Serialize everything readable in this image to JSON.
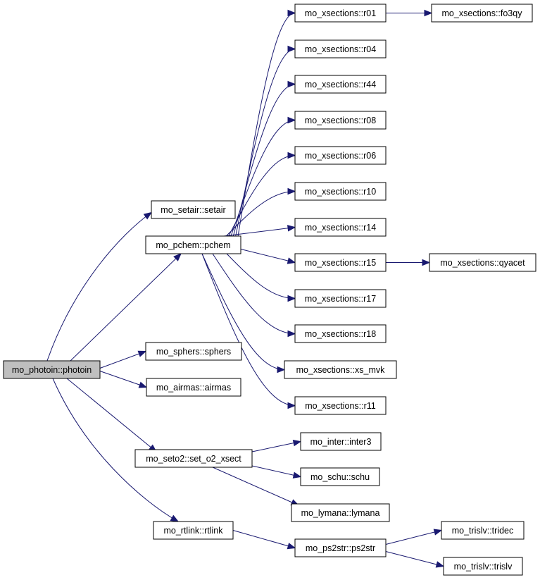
{
  "diagram": {
    "type": "call-graph",
    "nodes": [
      {
        "id": "photoin",
        "label": "mo_photoin::photoin",
        "root": true
      },
      {
        "id": "setair",
        "label": "mo_setair::setair"
      },
      {
        "id": "pchem",
        "label": "mo_pchem::pchem"
      },
      {
        "id": "sphers",
        "label": "mo_sphers::sphers"
      },
      {
        "id": "airmas",
        "label": "mo_airmas::airmas"
      },
      {
        "id": "seto2",
        "label": "mo_seto2::set_o2_xsect"
      },
      {
        "id": "rtlink",
        "label": "mo_rtlink::rtlink"
      },
      {
        "id": "r01",
        "label": "mo_xsections::r01"
      },
      {
        "id": "r04",
        "label": "mo_xsections::r04"
      },
      {
        "id": "r44",
        "label": "mo_xsections::r44"
      },
      {
        "id": "r08",
        "label": "mo_xsections::r08"
      },
      {
        "id": "r06",
        "label": "mo_xsections::r06"
      },
      {
        "id": "r10",
        "label": "mo_xsections::r10"
      },
      {
        "id": "r14",
        "label": "mo_xsections::r14"
      },
      {
        "id": "r15",
        "label": "mo_xsections::r15"
      },
      {
        "id": "r17",
        "label": "mo_xsections::r17"
      },
      {
        "id": "r18",
        "label": "mo_xsections::r18"
      },
      {
        "id": "xsmvk",
        "label": "mo_xsections::xs_mvk"
      },
      {
        "id": "r11",
        "label": "mo_xsections::r11"
      },
      {
        "id": "fo3qy",
        "label": "mo_xsections::fo3qy"
      },
      {
        "id": "qyacet",
        "label": "mo_xsections::qyacet"
      },
      {
        "id": "inter3",
        "label": "mo_inter::inter3"
      },
      {
        "id": "schu",
        "label": "mo_schu::schu"
      },
      {
        "id": "lymana",
        "label": "mo_lymana::lymana"
      },
      {
        "id": "ps2str",
        "label": "mo_ps2str::ps2str"
      },
      {
        "id": "tridec",
        "label": "mo_trislv::tridec"
      },
      {
        "id": "trislv",
        "label": "mo_trislv::trislv"
      }
    ],
    "edges": [
      [
        "photoin",
        "setair"
      ],
      [
        "photoin",
        "pchem"
      ],
      [
        "photoin",
        "sphers"
      ],
      [
        "photoin",
        "airmas"
      ],
      [
        "photoin",
        "seto2"
      ],
      [
        "photoin",
        "rtlink"
      ],
      [
        "pchem",
        "r01"
      ],
      [
        "pchem",
        "r04"
      ],
      [
        "pchem",
        "r44"
      ],
      [
        "pchem",
        "r08"
      ],
      [
        "pchem",
        "r06"
      ],
      [
        "pchem",
        "r10"
      ],
      [
        "pchem",
        "r14"
      ],
      [
        "pchem",
        "r15"
      ],
      [
        "pchem",
        "r17"
      ],
      [
        "pchem",
        "r18"
      ],
      [
        "pchem",
        "xsmvk"
      ],
      [
        "pchem",
        "r11"
      ],
      [
        "r01",
        "fo3qy"
      ],
      [
        "r15",
        "qyacet"
      ],
      [
        "seto2",
        "inter3"
      ],
      [
        "seto2",
        "schu"
      ],
      [
        "seto2",
        "lymana"
      ],
      [
        "rtlink",
        "ps2str"
      ],
      [
        "ps2str",
        "tridec"
      ],
      [
        "ps2str",
        "trislv"
      ]
    ]
  },
  "colors": {
    "edge": "#191970",
    "node_border": "#000000",
    "node_fill": "#ffffff",
    "root_fill": "#bfbfbf"
  }
}
